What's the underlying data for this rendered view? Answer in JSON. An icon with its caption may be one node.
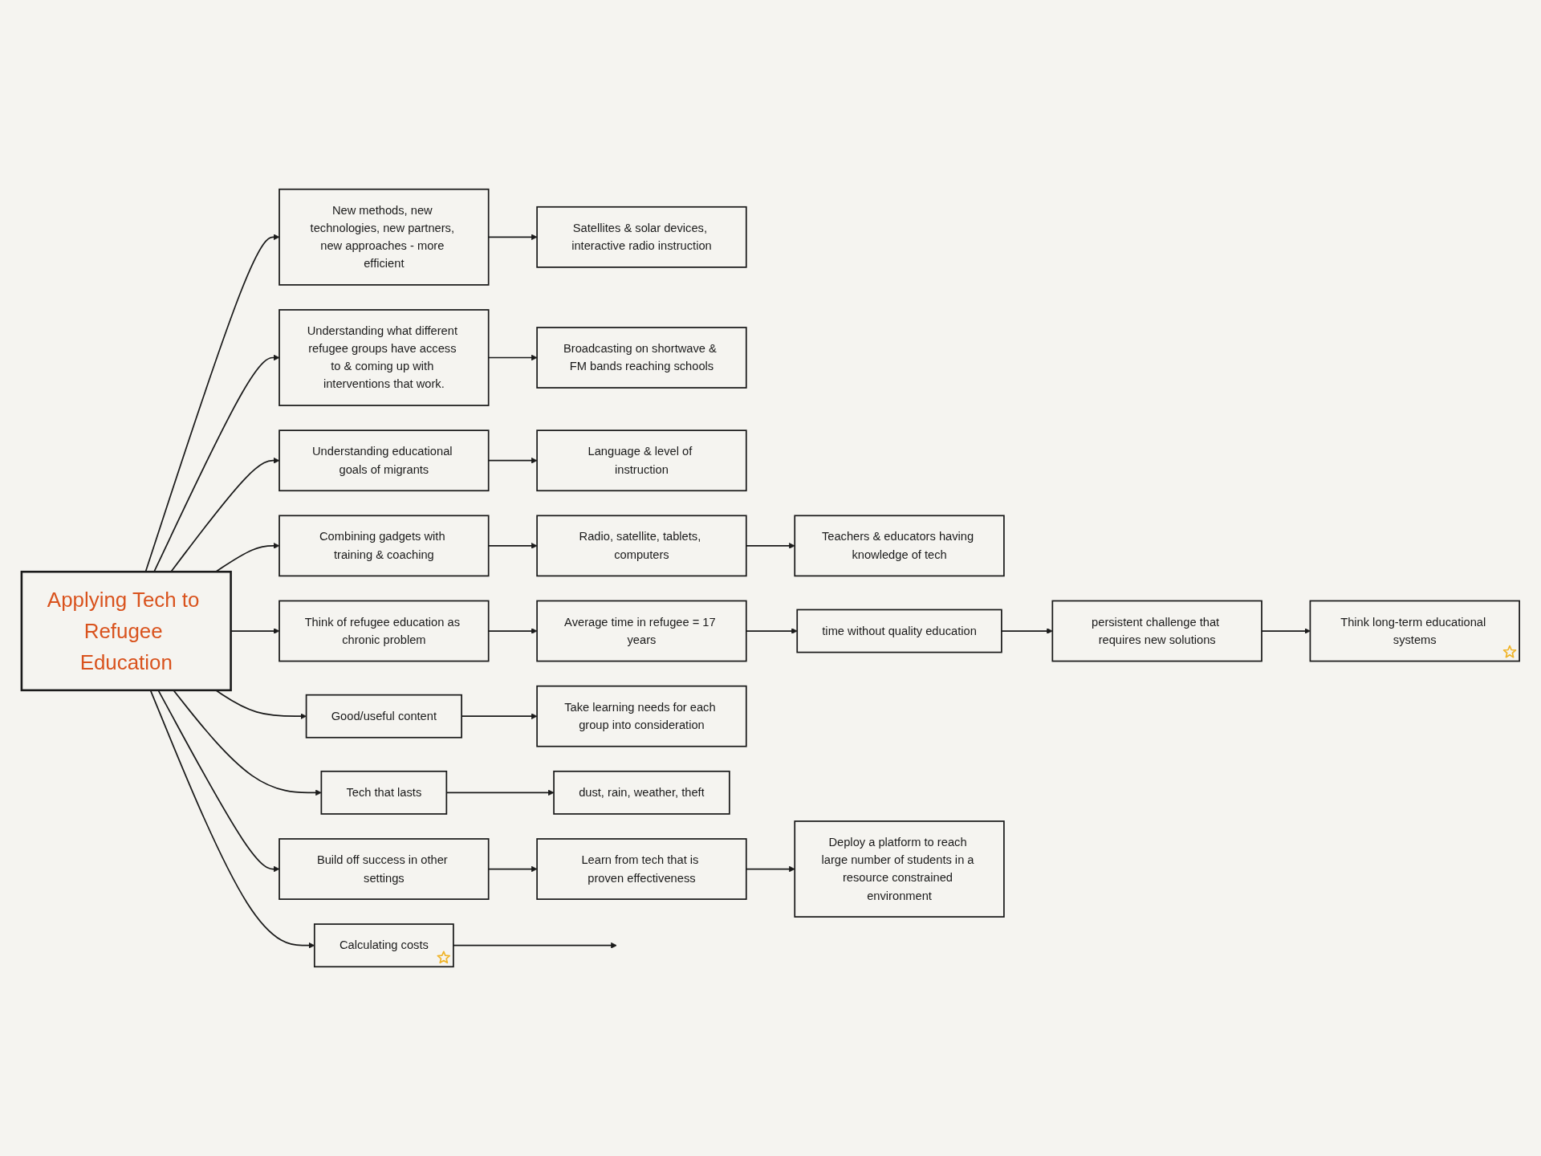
{
  "diagram": {
    "nodes": [
      {
        "text": [
          "Applying Tech to Refugee Education"
        ]
      },
      {
        "text": [
          "Satellites & solar devices, interactive radio instruction"
        ]
      },
      {
        "text": [
          "Broadcasting on shortwave & FM bands reaching schools"
        ]
      },
      {
        "text": [
          "Teachers & educators having knowledge of tech"
        ]
      },
      {
        "text": [
          "persistent challenge that requires new solutions"
        ]
      },
      {
        "text": [
          "Think long-term educational systems"
        ]
      },
      {
        "text": [
          "Language & level of instruction"
        ]
      },
      {
        "text": [
          "Radio, satellite, tablets, computers"
        ]
      },
      {
        "text": [
          "New methods, new technologies, new partners, new approaches - more efficient"
        ]
      },
      {
        "text": [
          "Understanding what different refugee groups have access to & coming up with interventions that work."
        ]
      },
      {
        "text": [
          "Understanding educational goals of migrants"
        ]
      },
      {
        "text": [
          "time without quality education"
        ]
      },
      {
        "text": [
          "Combining gadgets with training & coaching"
        ]
      },
      {
        "text": [
          "Average time in refugee = 17 years"
        ]
      },
      {
        "text": [
          "Think of refugee education as chronic problem"
        ]
      },
      {
        "text": [
          "Good/useful content"
        ]
      },
      {
        "text": [
          "Take learning needs for each group into consideration"
        ]
      },
      {
        "text": [
          "Build off success in other settings"
        ]
      },
      {
        "text": [
          "Calculating costs"
        ]
      },
      {
        "text": [
          "Tech that lasts"
        ]
      },
      {
        "text": [
          "dust, rain, weather, theft"
        ]
      },
      {
        "text": [
          "Learn from tech that is proven effectiveness"
        ]
      },
      {
        "text": [
          "Deploy a platform to reach large number of students in a resource constrained environment"
        ]
      }
    ],
    "edges": [
      {
        "from": 0,
        "to": 15,
        "arrow": "to"
      },
      {
        "from": 15,
        "to": 16,
        "arrow": "to"
      },
      {
        "from": 0,
        "to": 8,
        "arrow": "to"
      },
      {
        "from": 8,
        "to": 1,
        "arrow": "to"
      },
      {
        "from": 0,
        "to": 9,
        "arrow": "to"
      },
      {
        "from": 9,
        "to": 2,
        "arrow": "to"
      },
      {
        "from": 0,
        "to": 10,
        "arrow": "to"
      },
      {
        "from": 10,
        "to": 6,
        "arrow": "to"
      },
      {
        "from": 0,
        "to": 12,
        "arrow": "to"
      },
      {
        "from": 12,
        "to": 7,
        "arrow": "to"
      },
      {
        "from": 7,
        "to": 3,
        "arrow": "to"
      },
      {
        "from": 0,
        "to": 14,
        "arrow": "to"
      },
      {
        "from": 14,
        "to": 13,
        "arrow": "to"
      },
      {
        "from": 13,
        "to": 11,
        "arrow": "to"
      },
      {
        "from": 11,
        "to": 4,
        "arrow": "to"
      },
      {
        "from": 4,
        "to": 5,
        "arrow": "to"
      },
      {
        "from": 0,
        "to": 17,
        "arrow": "to"
      },
      {
        "from": 17,
        "to": 21,
        "arrow": "to"
      },
      {
        "from": 21,
        "to": 22,
        "arrow": "to"
      },
      {
        "from": 0,
        "to": 18,
        "arrow": "to"
      },
      {
        "from": 18,
        "to": null,
        "arrow": "to"
      },
      {
        "from": 0,
        "to": 19,
        "arrow": "to"
      },
      {
        "from": 19,
        "to": 20,
        "arrow": "to"
      }
    ]
  }
}
